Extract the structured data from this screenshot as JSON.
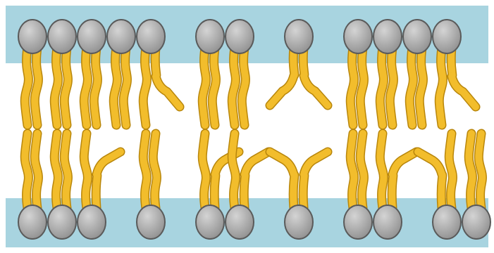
{
  "diagram": {
    "subject": "phospholipid-bilayer",
    "colors": {
      "aqueous_region": "#a8d4e0",
      "hydrophobic_core": "#ffffff",
      "lipid_tail_fill": "#f2bd2c",
      "lipid_tail_outline": "#b8860b",
      "head_fill": "#8e8e8e",
      "head_highlight": "#d4d4d4",
      "head_outline": "#5a5a5a"
    },
    "top_leaflet": {
      "lipids": [
        {
          "tails": "straight"
        },
        {
          "tails": "straight"
        },
        {
          "tails": "straight"
        },
        {
          "tails": "straight"
        },
        {
          "tails": "kinked-right"
        },
        {
          "tails": "straight"
        },
        {
          "tails": "straight"
        },
        {
          "tails": "kinked-both"
        },
        {
          "tails": "straight"
        },
        {
          "tails": "straight"
        },
        {
          "tails": "straight"
        },
        {
          "tails": "kinked-right"
        }
      ]
    },
    "bottom_leaflet": {
      "lipids": [
        {
          "tails": "straight"
        },
        {
          "tails": "straight"
        },
        {
          "tails": "kinked-right"
        },
        {
          "tails": "straight"
        },
        {
          "tails": "kinked-right"
        },
        {
          "tails": "kinked-right"
        },
        {
          "tails": "kinked-both"
        },
        {
          "tails": "straight"
        },
        {
          "tails": "kinked-right"
        },
        {
          "tails": "kinked-left"
        },
        {
          "tails": "straight"
        }
      ]
    }
  }
}
